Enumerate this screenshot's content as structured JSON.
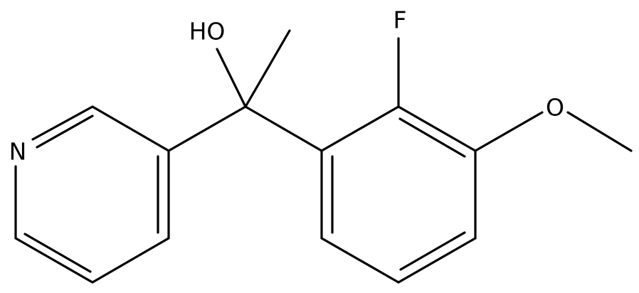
{
  "atoms": {
    "hydroxyl": {
      "label": "HO"
    },
    "fluorine": {
      "label": "F"
    },
    "oxygen": {
      "label": "O"
    },
    "nitrogen": {
      "label": "N"
    }
  },
  "colors": {
    "bond": "#000000",
    "background": "#ffffff"
  }
}
